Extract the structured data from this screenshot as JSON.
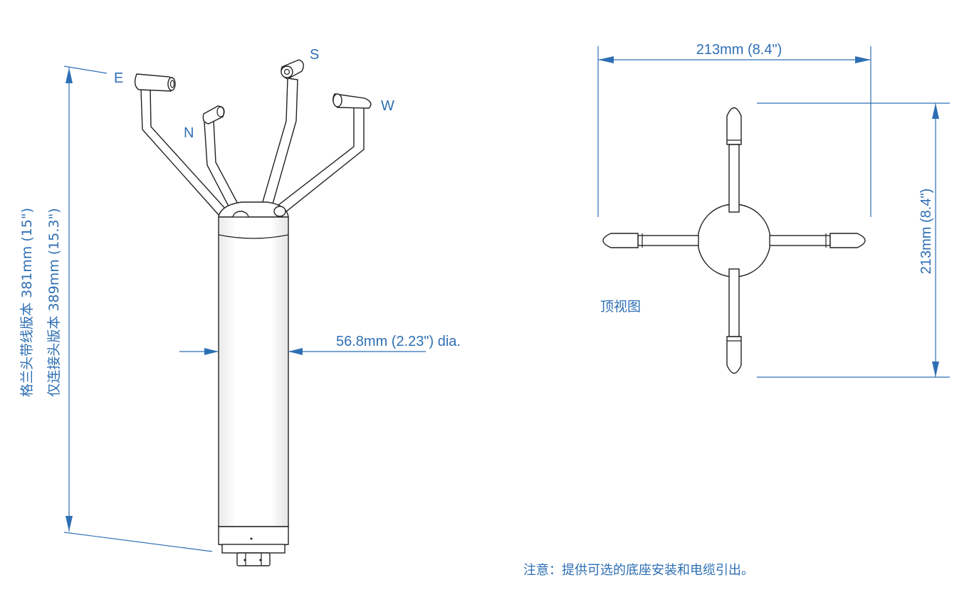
{
  "side_view": {
    "arm_labels": {
      "e": "E",
      "n": "N",
      "s": "S",
      "w": "W"
    },
    "height_line1": "格兰头带线版本 381mm (15\")",
    "height_line2": "仅连接头版本 389mm (15.3\")",
    "diameter": "56.8mm (2.23\") dia."
  },
  "top_view": {
    "width_label": "213mm (8.4\")",
    "height_label": "213mm (8.4\")",
    "caption": "顶视图"
  },
  "note": "注意：提供可选的底座安装和电缆引出。",
  "colors": {
    "dimension": "#2e6fb4",
    "ink": "#222222"
  }
}
